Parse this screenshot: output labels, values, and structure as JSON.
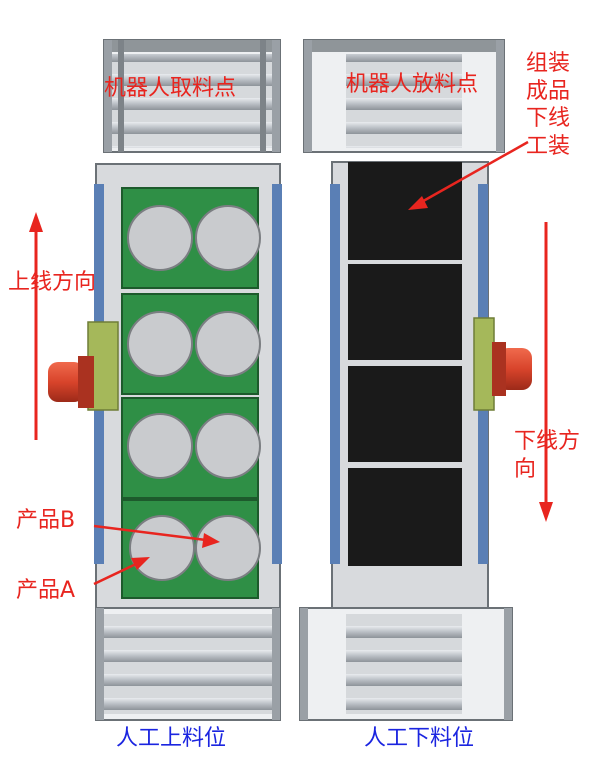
{
  "labels": {
    "robot_pick": "机器人取料点",
    "robot_place": "机器人放料点",
    "assembled_line1": "组装",
    "assembled_line2": "成品",
    "assembled_line3": "下线",
    "assembled_line4": "工装",
    "up_direction": "上线方向",
    "down_direction_line1": "下线方",
    "down_direction_line2": "向",
    "product_b": "产品B",
    "product_a": "产品A",
    "manual_load": "人工上料位",
    "manual_unload": "人工下料位"
  },
  "colors": {
    "annotation_red": "#e8251f",
    "annotation_blue": "#1b25e0",
    "pallet_green": "#2f8f46",
    "fixture_black": "#1a1a1a",
    "rail_blue": "#5a7fb5",
    "frame_gray": "#9aa0a6",
    "roller_gray": "#c9cdd1",
    "motor_red": "#d8442b",
    "bracket_green": "#a5b85a"
  }
}
